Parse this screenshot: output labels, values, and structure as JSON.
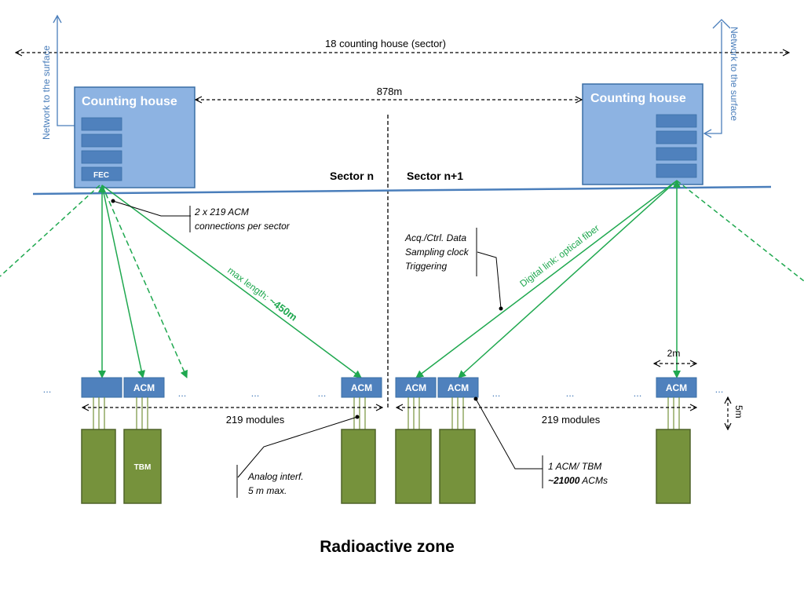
{
  "labels": {
    "sectors_span": "18 counting house (sector)",
    "distance_between_houses": "878m",
    "network_to_surface": "Network to the surface",
    "counting_house": "Counting house",
    "fec": "FEC",
    "sector_n": "Sector n",
    "sector_n_plus_1": "Sector n+1",
    "acm_connections_line1": "2 x 219 ACM",
    "acm_connections_line2": "connections per sector",
    "max_length_prefix": "max length: ",
    "max_length_value": "~450m",
    "digital_link": "Digital link: optical fiber",
    "data_line1": "Acq./Ctrl. Data",
    "data_line2": "Sampling clock",
    "data_line3": "Triggering",
    "acm": "ACM",
    "tbm": "TBM",
    "ellipsis": "...",
    "modules": "219 modules",
    "analog_line1": "Analog interf.",
    "analog_line2": "5 m max.",
    "acm_per_tbm_line1": "1 ACM/ TBM",
    "acm_total_value": "~21000",
    "acm_total_suffix": " ACMs",
    "module_width": "2m",
    "cable_length": "5m",
    "zone": "Radioactive zone"
  },
  "colors": {
    "box_fill": "#8db3e2",
    "box_stroke": "#3a6ea5",
    "module_fill": "#4f81bd",
    "tbm_fill": "#76923c",
    "tbm_stroke": "#4f6228",
    "fiber": "#1fa84f",
    "surface": "#4a7ebb",
    "line_dark": "#000000"
  },
  "icons": [
    "up-arrow-icon",
    "left-arrow-icon"
  ]
}
